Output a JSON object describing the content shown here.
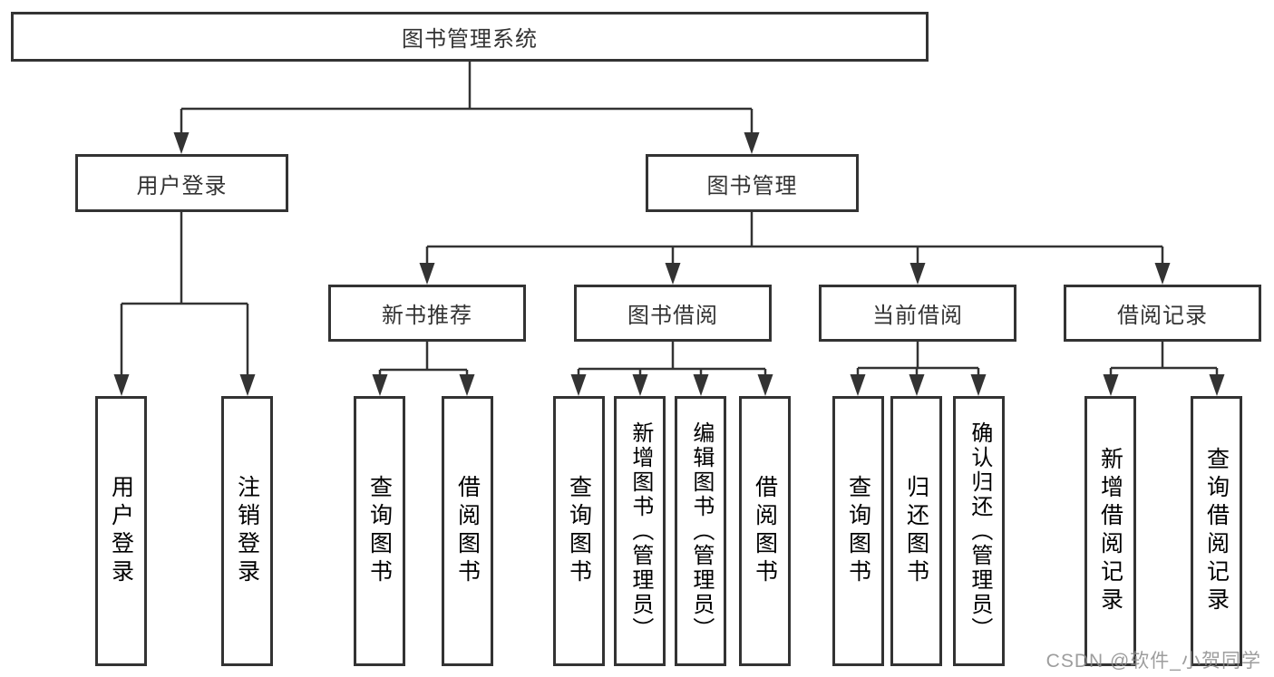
{
  "colors": {
    "line": "#333333",
    "box_border": "#333333",
    "text": "#333333",
    "background": "#ffffff",
    "watermark": "#8c8c8c"
  },
  "nodes": {
    "root": {
      "label": "图书管理系统"
    },
    "level2": [
      {
        "label": "用户登录"
      },
      {
        "label": "图书管理"
      }
    ],
    "level3": [
      {
        "label": "新书推荐"
      },
      {
        "label": "图书借阅"
      },
      {
        "label": "当前借阅"
      },
      {
        "label": "借阅记录"
      }
    ],
    "leaves": [
      {
        "label": "用户登录"
      },
      {
        "label": "注销登录"
      },
      {
        "label": "查询图书"
      },
      {
        "label": "借阅图书"
      },
      {
        "label": "查询图书"
      },
      {
        "label": "新增图书（管理员）"
      },
      {
        "label": "编辑图书（管理员）"
      },
      {
        "label": "借阅图书"
      },
      {
        "label": "查询图书"
      },
      {
        "label": "归还图书"
      },
      {
        "label": "确认归还（管理员）"
      },
      {
        "label": "新增借阅记录"
      },
      {
        "label": "查询借阅记录"
      }
    ]
  },
  "watermark": "CSDN @软件_小贺同学"
}
